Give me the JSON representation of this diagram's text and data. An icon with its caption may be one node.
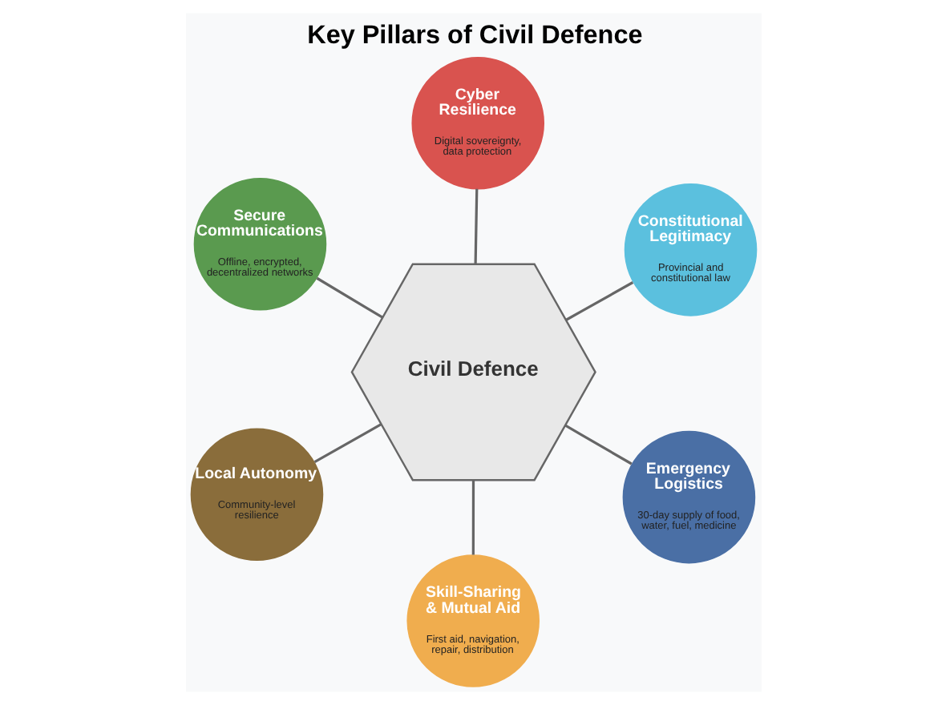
{
  "diagram": {
    "title": "Key Pillars of Civil Defence",
    "nodes": [
      {
        "text": [
          "Civil Defence"
        ]
      },
      {
        "text": [
          "Emergency Logistics",
          "30-day supply of food, water, fuel, medicine"
        ]
      },
      {
        "text": [
          "Skill-Sharing & Mutual Aid",
          "First aid, navigation, repair, distribution"
        ]
      },
      {
        "text": [
          "Secure Communications",
          "Offline, encrypted, decentralized networks"
        ]
      },
      {
        "text": [
          "Constitutional Legitimacy",
          "Provincial and constitutional law"
        ]
      },
      {
        "text": [
          "Cyber Resilience",
          "Digital sovereignty, data protection"
        ]
      },
      {
        "text": [
          "Local Autonomy",
          "Community-level resilience"
        ]
      }
    ],
    "edges": [
      {
        "from": 0,
        "to": 1,
        "arrow": "none"
      },
      {
        "from": 0,
        "to": 2,
        "arrow": "none"
      },
      {
        "from": 0,
        "to": 3,
        "arrow": "none"
      },
      {
        "from": 0,
        "to": 4,
        "arrow": "none"
      },
      {
        "from": 0,
        "to": 5,
        "arrow": "none"
      },
      {
        "from": 0,
        "to": 6,
        "arrow": "none"
      }
    ]
  }
}
